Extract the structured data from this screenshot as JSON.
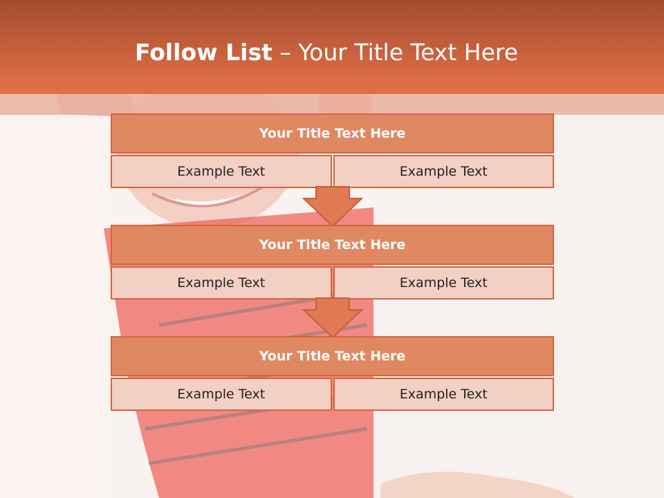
{
  "slide": {
    "title_bold": "Follow List",
    "title_rest": " – Your Title Text Here"
  },
  "steps": [
    {
      "title": "Your Title Text Here",
      "left": "Example Text",
      "right": "Example Text"
    },
    {
      "title": "Your Title Text Here",
      "left": "Example Text",
      "right": "Example Text"
    },
    {
      "title": "Your Title Text Here",
      "left": "Example Text",
      "right": "Example Text"
    }
  ],
  "colors": {
    "header": "#dc6c44",
    "block_title": "#e08862",
    "block_cell": "#f3d0c4",
    "border": "#d4643c"
  }
}
